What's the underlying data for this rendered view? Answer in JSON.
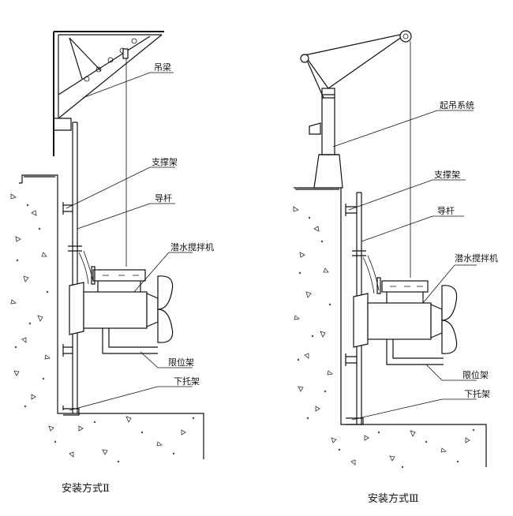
{
  "diagram_left": {
    "labels": {
      "hoist_beam": "吊梁",
      "support_frame": "支撑架",
      "guide_rod": "导杆",
      "mixer": "潜水搅拌机",
      "limit_frame": "限位架",
      "lower_bracket": "下托架"
    },
    "caption": "安装方式Ⅱ"
  },
  "diagram_right": {
    "labels": {
      "lifting_system": "起吊系统",
      "support_frame": "支撑架",
      "guide_rod": "导杆",
      "mixer": "潜水搅拌机",
      "limit_frame": "限位架",
      "lower_bracket": "下托架"
    },
    "caption": "安装方式Ⅲ"
  }
}
